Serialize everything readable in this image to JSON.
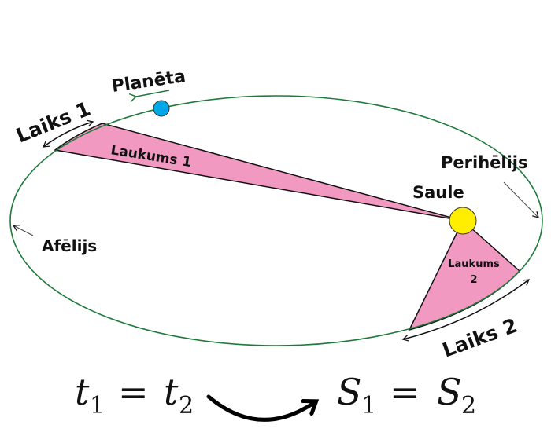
{
  "labels": {
    "planet": "Planēta",
    "time1": "Laiks 1",
    "area1": "Laukums 1",
    "sun": "Saule",
    "perihelion": "Perihēlijs",
    "aphelion": "Afēlijs",
    "area2_line1": "Laukums",
    "area2_line2": "2",
    "time2": "Laiks 2"
  },
  "equation": {
    "left": {
      "a": "t",
      "a_sub": "1",
      "eq": "=",
      "b": "t",
      "b_sub": "2"
    },
    "right": {
      "a": "S",
      "a_sub": "1",
      "eq": "=",
      "b": "S",
      "b_sub": "2"
    }
  },
  "colors": {
    "orbit": "#1e7a3a",
    "area": "#f199c1",
    "sun": "#ffee00",
    "planet": "#00a8e8"
  }
}
